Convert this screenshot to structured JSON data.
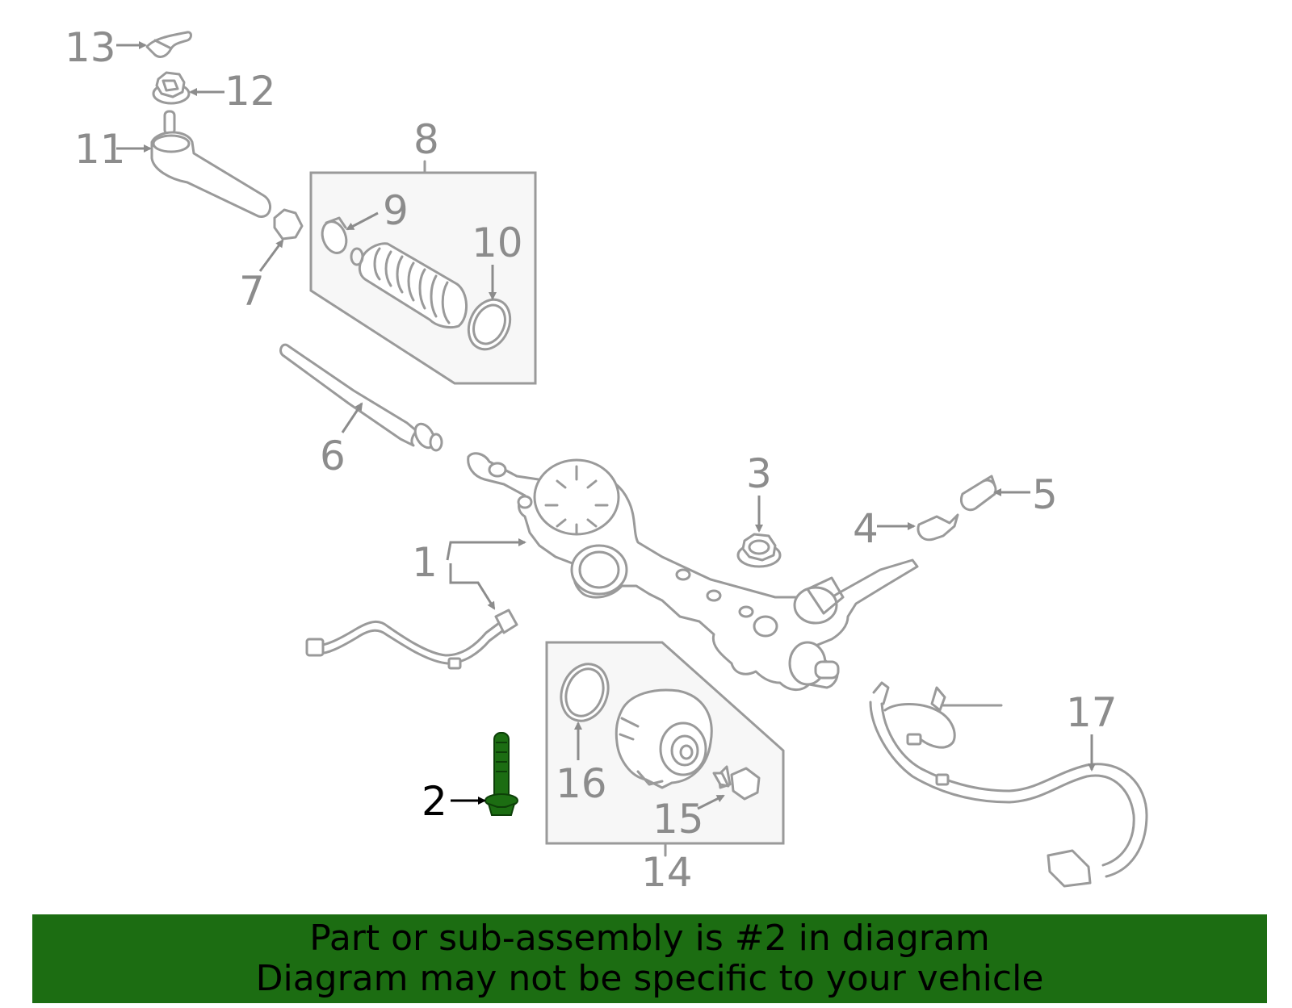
{
  "colors": {
    "highlight": "#1c6d12",
    "parts": "#9a9a9a",
    "labels": "#8c8c8c",
    "banner_bg": "#1c6d12"
  },
  "callouts": {
    "c1": "1",
    "c2": "2",
    "c3": "3",
    "c4": "4",
    "c5": "5",
    "c6": "6",
    "c7": "7",
    "c8": "8",
    "c9": "9",
    "c10": "10",
    "c11": "11",
    "c12": "12",
    "c13": "13",
    "c14": "14",
    "c15": "15",
    "c16": "16",
    "c17": "17"
  },
  "highlighted_part": "2",
  "banner": {
    "line1": "Part or sub-assembly is #2 in diagram",
    "line2": "Diagram may not be specific to your vehicle"
  }
}
